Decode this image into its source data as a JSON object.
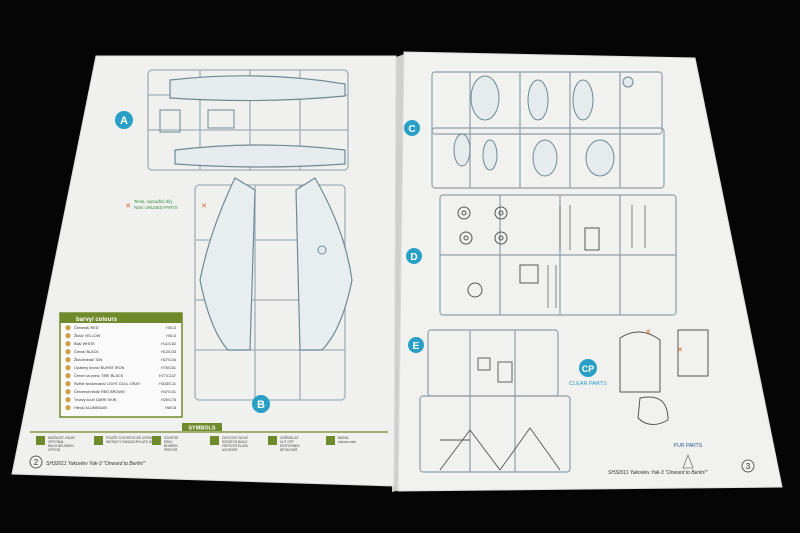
{
  "left_page": {
    "sprue_labels": [
      "A",
      "B"
    ],
    "unused_parts_note": [
      "Tento, nepoužité díly",
      "Note: UNUSED PARTS"
    ],
    "colours_header": "barvy/ colours",
    "colours": [
      {
        "name": "Červená/ RED",
        "code": "H3C3"
      },
      {
        "name": "Žlutá/ YELLOW",
        "code": "H4C4"
      },
      {
        "name": "Bílá/ WHITE",
        "code": "H11/C62"
      },
      {
        "name": "Černá/ BLACK",
        "code": "H12/C33"
      },
      {
        "name": "Žlutohnědá/ TAN",
        "code": "H27/C44"
      },
      {
        "name": "Opálený bronz/ BURNT IRON",
        "code": "H76/C61"
      },
      {
        "name": "Černé na pneu/ TIRE BLACK",
        "code": "H77/C137"
      },
      {
        "name": "Světle šedomodrá/ LIGHT GULL GRAY",
        "code": "H315/C11"
      },
      {
        "name": "Červenohnědá/ RED BROWN",
        "code": "H47/C41"
      },
      {
        "name": "Tmavý kouř/ DARK SKIN",
        "code": "H26/C78"
      },
      {
        "name": "Hliník/ ALUMINIUM",
        "code": "H8/C8"
      }
    ],
    "symbols_title": "SYMBOLS",
    "symbols": [
      "MOŽNOST VOLBY / OPTIONAL / NACH BELIEBEN / OPTION",
      "POUŽÍT SYNTHETICKÉ LEPIDLO / INSTANT CYANOACRYLATE GLUE",
      "ODVRTAT / DRILL / BOHREN / PERCER",
      "ZHOTOVIT NOVÉ / SCRATCH BUILD / FERTIGSTELLEN / ACHEVER",
      "ODŘÍZNOUT / CUT OFF / ENTFERNEN / DETACHER",
      "BARVA / colours code"
    ],
    "page_number": "2",
    "footer": "SH32011  Yakovlev Yak-3 \"Onward to Berlin!\""
  },
  "right_page": {
    "sprue_labels": [
      "C",
      "D",
      "E",
      "CP"
    ],
    "clear_parts_label": "CLEAR PARTS",
    "pur_parts_label": "PUR PARTS",
    "page_number": "3",
    "footer": "SH32011  Yakovlev Yak-3 \"Onward to Berlin!\""
  },
  "colors": {
    "background": "#050505",
    "paper": "#f2f2f0",
    "sprue_accent": "#1e8fb0",
    "colour_box_green": "#6f8a2a",
    "label_cyan": "#2a9fc6"
  }
}
